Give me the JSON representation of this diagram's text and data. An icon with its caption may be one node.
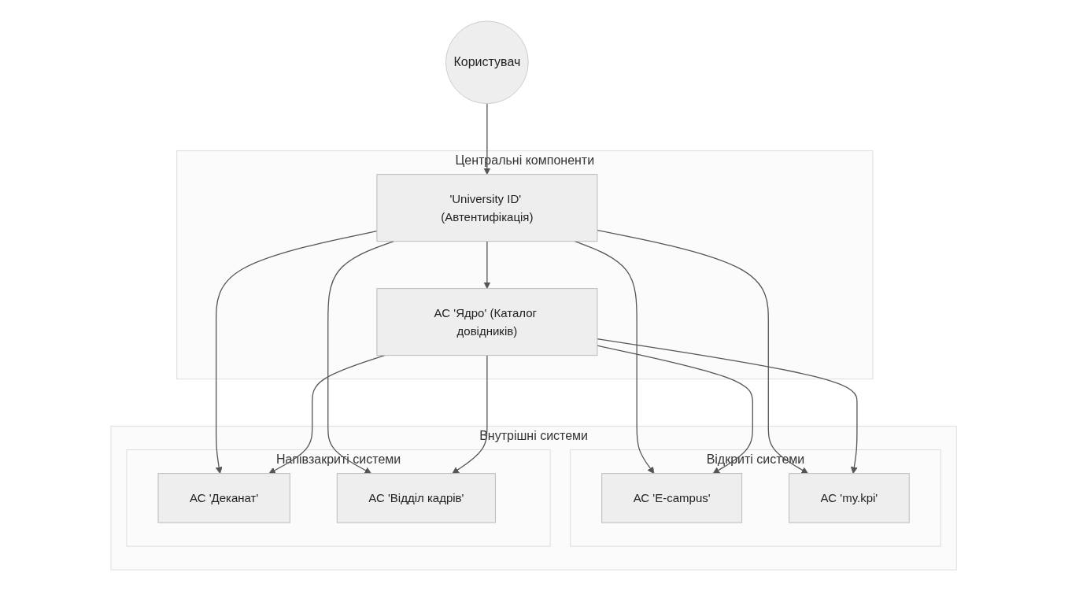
{
  "diagram": {
    "nodes": [
      {
        "text": [
          "Користувач"
        ]
      },
      {
        "text": [
          "Центральні компоненти"
        ]
      },
      {
        "text": [
          "'University ID' (Автентифікація)"
        ],
        "in": 1
      },
      {
        "text": [
          "АС 'Ядро' (Каталог довідників)"
        ],
        "in": 1
      },
      {
        "text": [
          "Внутрішні системи"
        ]
      },
      {
        "text": [
          "Відкриті системи"
        ],
        "in": 4
      },
      {
        "text": [
          "АС 'E-campus'"
        ],
        "in": 5
      },
      {
        "text": [
          "АС 'my.kpi'"
        ],
        "in": 5
      },
      {
        "text": [
          "Напівзакриті системи"
        ],
        "in": 4
      },
      {
        "text": [
          "АС 'Деканат'"
        ],
        "in": 8
      },
      {
        "text": [
          "АС 'Відділ кадрів'"
        ],
        "in": 8
      }
    ],
    "edges": [
      {
        "from": 0,
        "to": 2,
        "arrow": "to"
      },
      {
        "from": 2,
        "to": 3,
        "arrow": "to"
      },
      {
        "from": 2,
        "to": 6,
        "arrow": "to"
      },
      {
        "from": 2,
        "to": 7,
        "arrow": "to"
      },
      {
        "from": 2,
        "to": 9,
        "arrow": "to"
      },
      {
        "from": 2,
        "to": 10,
        "arrow": "to"
      },
      {
        "from": 3,
        "to": 6,
        "arrow": "to"
      },
      {
        "from": 3,
        "to": 7,
        "arrow": "to"
      },
      {
        "from": 3,
        "to": 9,
        "arrow": "to"
      },
      {
        "from": 3,
        "to": 10,
        "arrow": "to"
      }
    ]
  }
}
